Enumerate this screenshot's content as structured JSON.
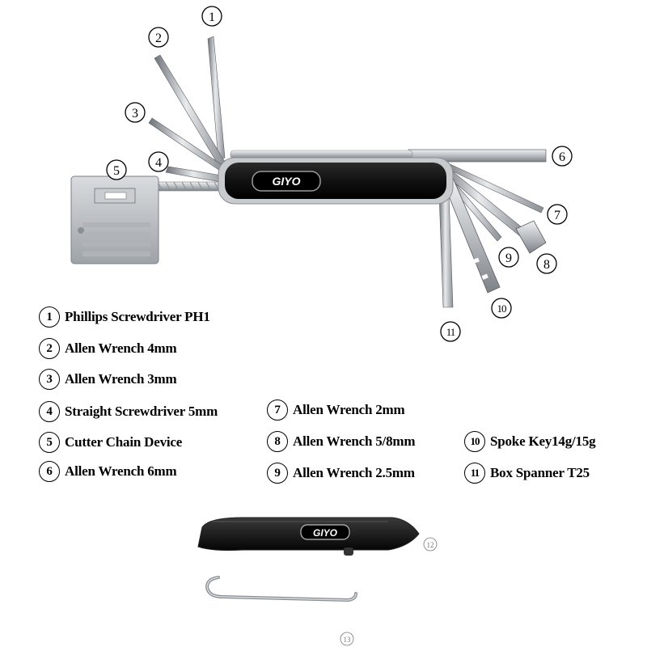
{
  "brand_label": "GIYO",
  "brand_label_lever": "GIYO",
  "callouts": [
    "1",
    "2",
    "3",
    "4",
    "5",
    "6",
    "7",
    "8",
    "9",
    "10",
    "11"
  ],
  "legend": [
    {
      "num": "1",
      "text": "Phillips Screwdriver PH1"
    },
    {
      "num": "2",
      "text": "Allen Wrench 4mm"
    },
    {
      "num": "3",
      "text": "Allen Wrench 3mm"
    },
    {
      "num": "4",
      "text": "Straight Screwdriver 5mm"
    },
    {
      "num": "5",
      "text": "Cutter Chain Device"
    },
    {
      "num": "6",
      "text": "Allen Wrench 6mm"
    },
    {
      "num": "7",
      "text": "Allen Wrench 2mm"
    },
    {
      "num": "8",
      "text": "Allen Wrench 5/8mm"
    },
    {
      "num": "9",
      "text": "Allen Wrench 2.5mm"
    },
    {
      "num": "10",
      "text": "Spoke Key14g/15g"
    },
    {
      "num": "11",
      "text": "Box Spanner T25"
    }
  ],
  "accessory_labels": [
    "12",
    "13"
  ]
}
